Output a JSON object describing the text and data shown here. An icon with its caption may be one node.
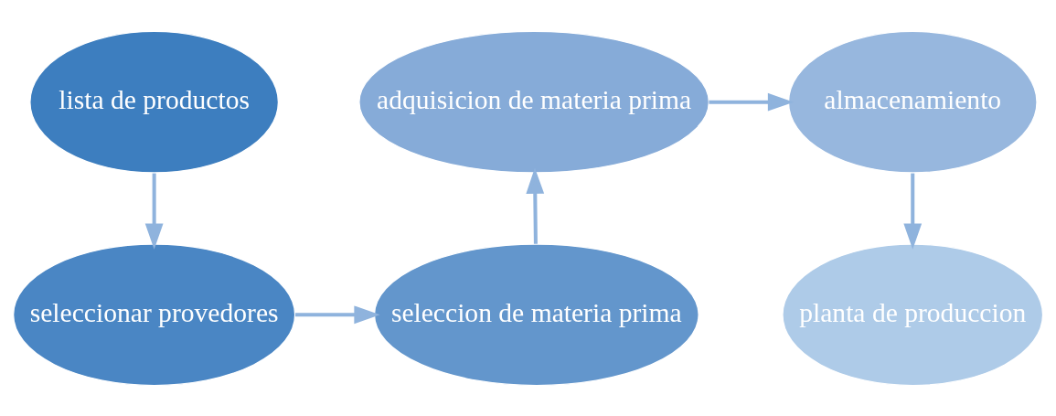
{
  "diagram": {
    "nodes": [
      {
        "text": [
          "lista de productos"
        ]
      },
      {
        "text": [
          "seleccionar provedores"
        ]
      },
      {
        "text": [
          "seleccion de materia prima"
        ]
      },
      {
        "text": [
          "adquisicion de materia prima"
        ]
      },
      {
        "text": [
          "almacenamiento"
        ]
      },
      {
        "text": [
          "planta de produccion"
        ]
      }
    ],
    "edges": [
      {
        "from": 0,
        "to": 1,
        "arrow": "to"
      },
      {
        "from": 1,
        "to": 2,
        "arrow": "to"
      },
      {
        "from": 2,
        "to": 3,
        "arrow": "to"
      },
      {
        "from": 3,
        "to": 4,
        "arrow": "to"
      },
      {
        "from": 4,
        "to": 5,
        "arrow": "to"
      }
    ]
  }
}
